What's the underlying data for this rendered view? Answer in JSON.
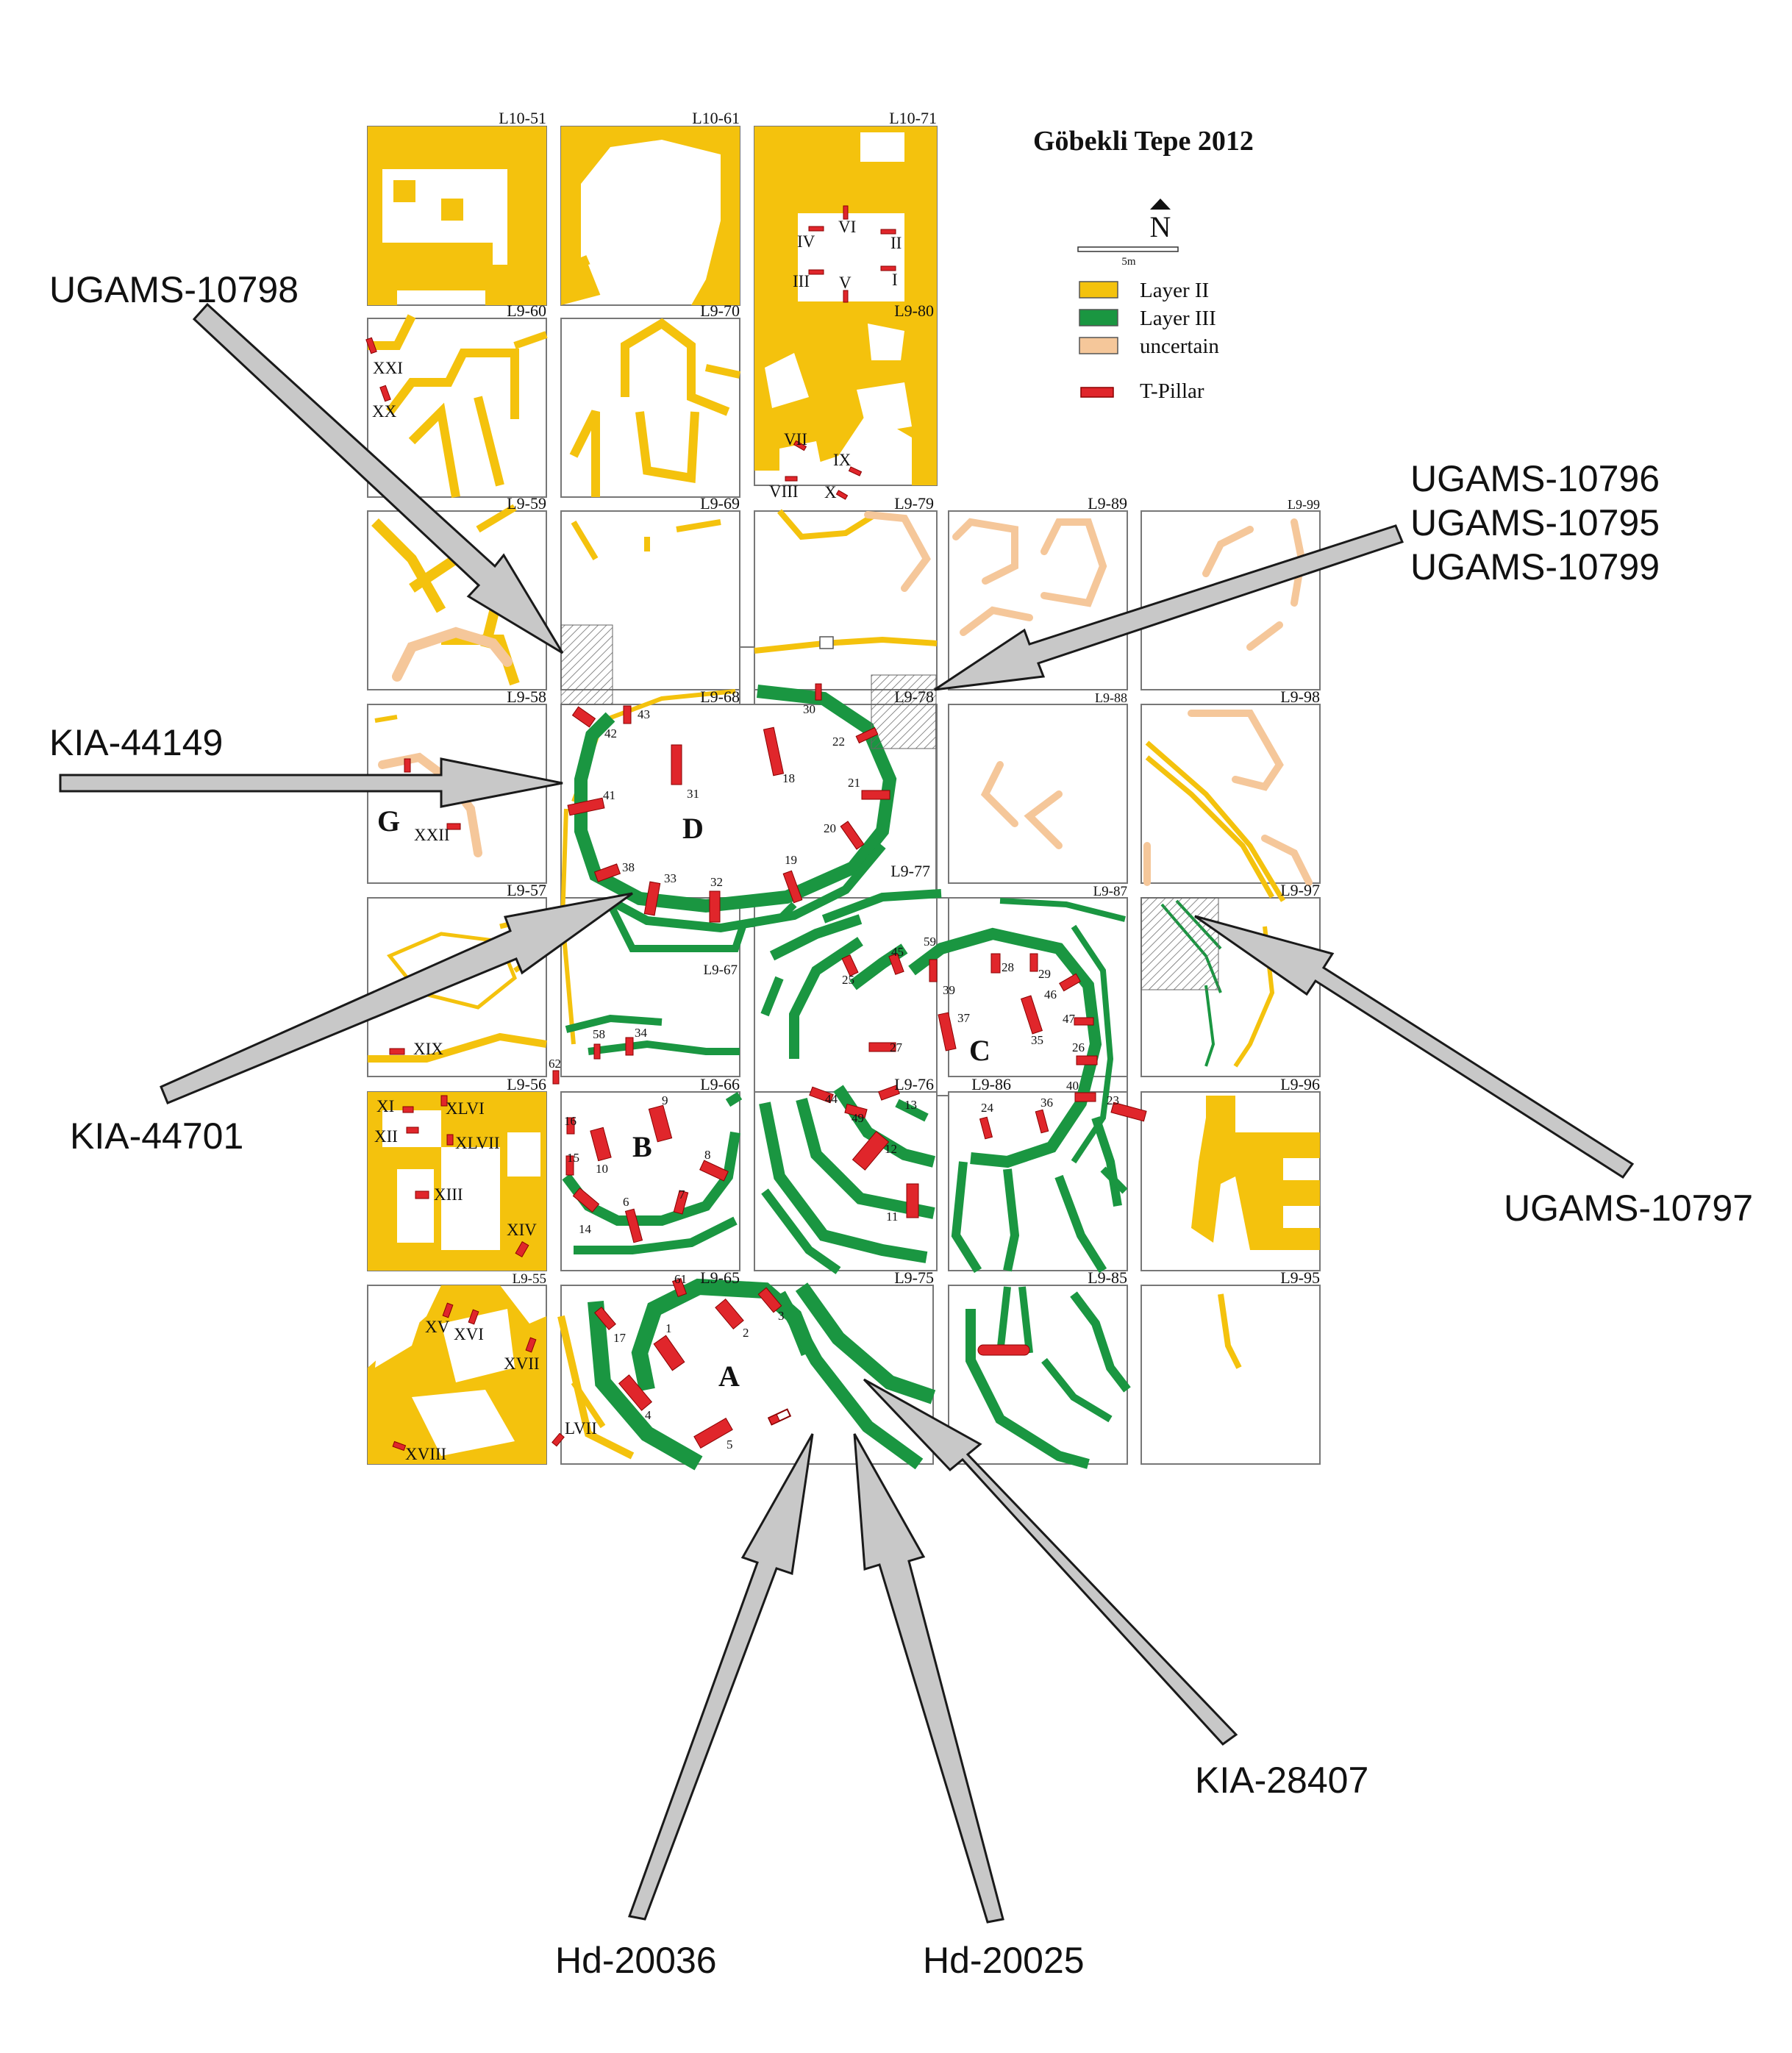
{
  "title": "Göbekli Tepe 2012",
  "north_label": "N",
  "scale_label": "5m",
  "legend": [
    {
      "label": "Layer II",
      "color": "#f4c20d"
    },
    {
      "label": "Layer III",
      "color": "#1a9641"
    },
    {
      "label": "uncertain",
      "color": "#f5c79a"
    },
    {
      "label": "T-Pillar",
      "color": "#e0262b"
    }
  ],
  "grid_squares": [
    "L10-51",
    "L10-61",
    "L10-71",
    "L9-60",
    "L9-70",
    "L9-80",
    "L9-59",
    "L9-69",
    "L9-79",
    "L9-89",
    "L9-99",
    "L9-58",
    "L9-68",
    "L9-78",
    "L9-88",
    "L9-98",
    "L9-57",
    "L9-67",
    "L9-77",
    "L9-87",
    "L9-97",
    "L9-56",
    "L9-66",
    "L9-76",
    "L9-86",
    "L9-96",
    "L9-55",
    "L9-65",
    "L9-75",
    "L9-85",
    "L9-95"
  ],
  "enclosures": [
    "A",
    "B",
    "C",
    "D",
    "G"
  ],
  "sample_labels": {
    "ugams_10798": "UGAMS-10798",
    "ugams_10796": "UGAMS-10796",
    "ugams_10795": "UGAMS-10795",
    "ugams_10799": "UGAMS-10799",
    "kia_44149": "KIA-44149",
    "kia_44701": "KIA-44701",
    "ugams_10797": "UGAMS-10797",
    "kia_28407": "KIA-28407",
    "hd_20036": "Hd-20036",
    "hd_20025": "Hd-20025"
  },
  "pillar_numbers": [
    "1",
    "2",
    "3",
    "4",
    "5",
    "6",
    "7",
    "8",
    "9",
    "10",
    "11",
    "12",
    "13",
    "14",
    "15",
    "16",
    "17",
    "18",
    "19",
    "20",
    "21",
    "22",
    "23",
    "24",
    "25",
    "26",
    "27",
    "28",
    "29",
    "30",
    "31",
    "32",
    "33",
    "34",
    "35",
    "36",
    "37",
    "38",
    "39",
    "40",
    "41",
    "42",
    "43",
    "44",
    "45",
    "46",
    "47",
    "49",
    "58",
    "59",
    "61",
    "62"
  ],
  "pillar_roman": [
    "I",
    "II",
    "III",
    "IV",
    "V",
    "VI",
    "VII",
    "VIII",
    "IX",
    "X",
    "XI",
    "XII",
    "XIII",
    "XIV",
    "XV",
    "XVI",
    "XVII",
    "XVIII",
    "XIX",
    "XX",
    "XXI",
    "XXII",
    "XLVI",
    "XLVII",
    "LVII"
  ]
}
